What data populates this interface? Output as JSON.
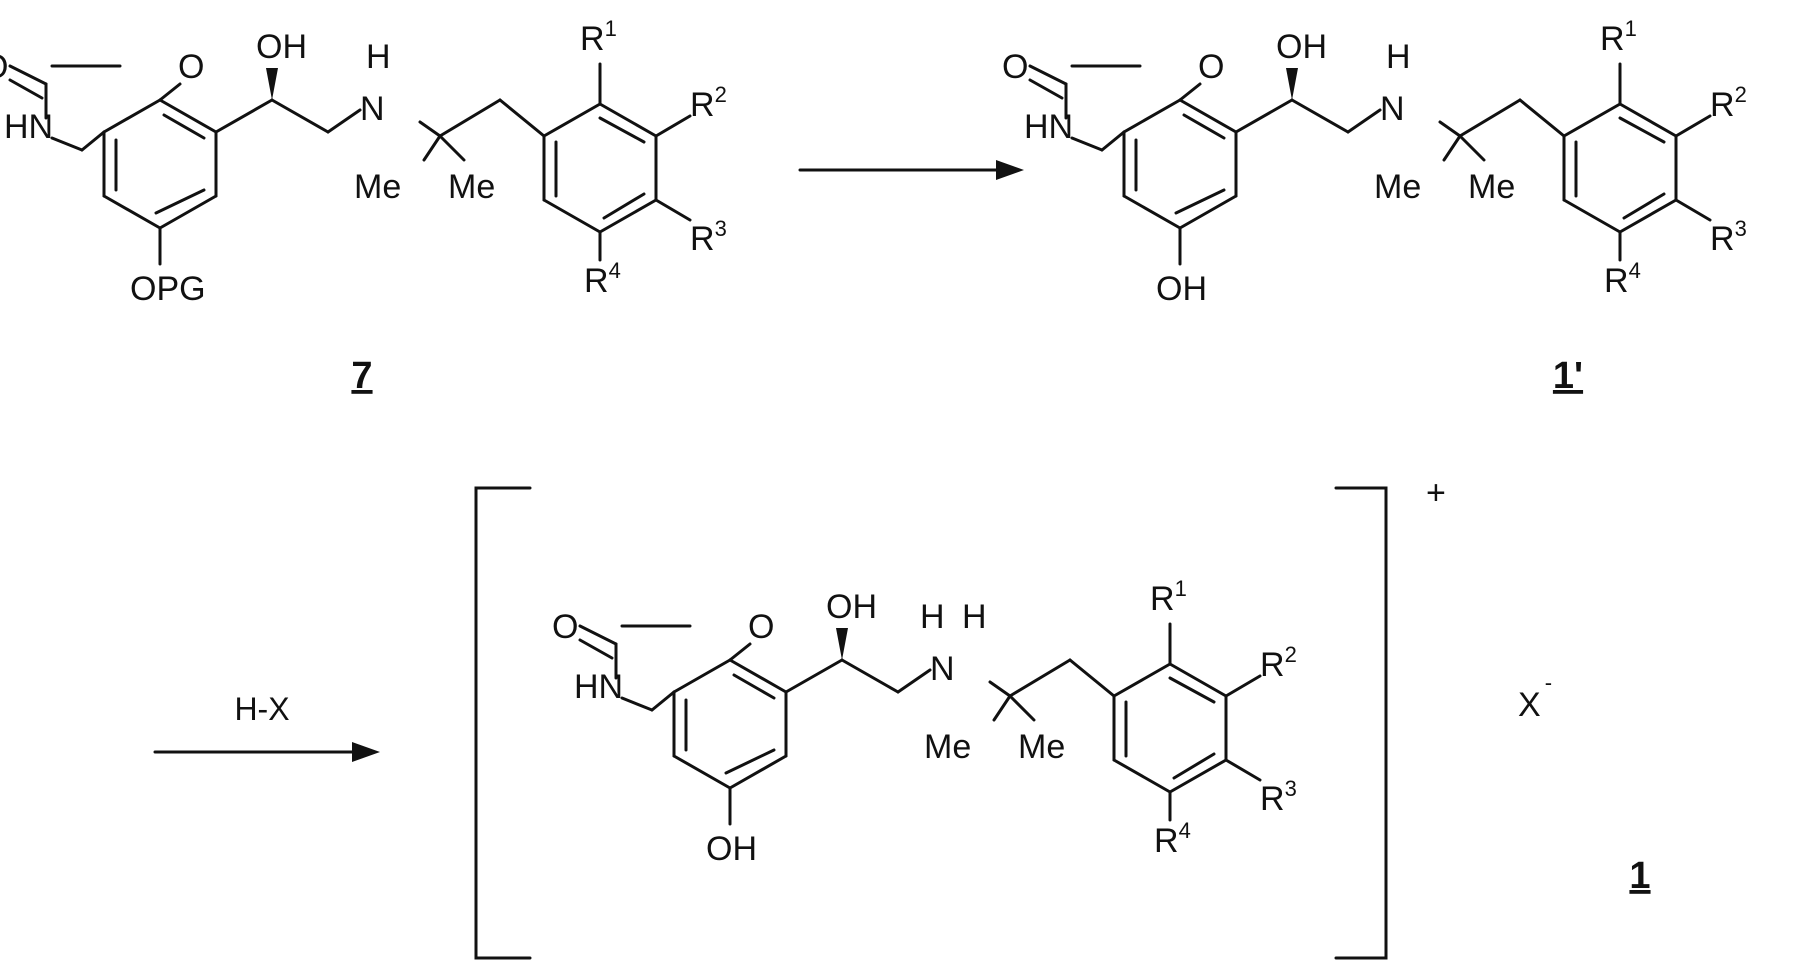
{
  "atoms": {
    "carbonyl_o": "O",
    "ring_nh": "HN",
    "ring_o": "O",
    "hydroxyl": "OH",
    "amine_h": "H",
    "amine_n": "N",
    "methyl": "Me",
    "r_letter": "R",
    "protected_phenol": "OPG",
    "phenol": "OH"
  },
  "substituents": [
    "1",
    "2",
    "3",
    "4"
  ],
  "compounds": {
    "starting": "7",
    "intermediate": "1'",
    "product": "1"
  },
  "reagent": "H-X",
  "charges": {
    "cation": "+",
    "anion_symbol": "X",
    "anion_charge": "-"
  }
}
